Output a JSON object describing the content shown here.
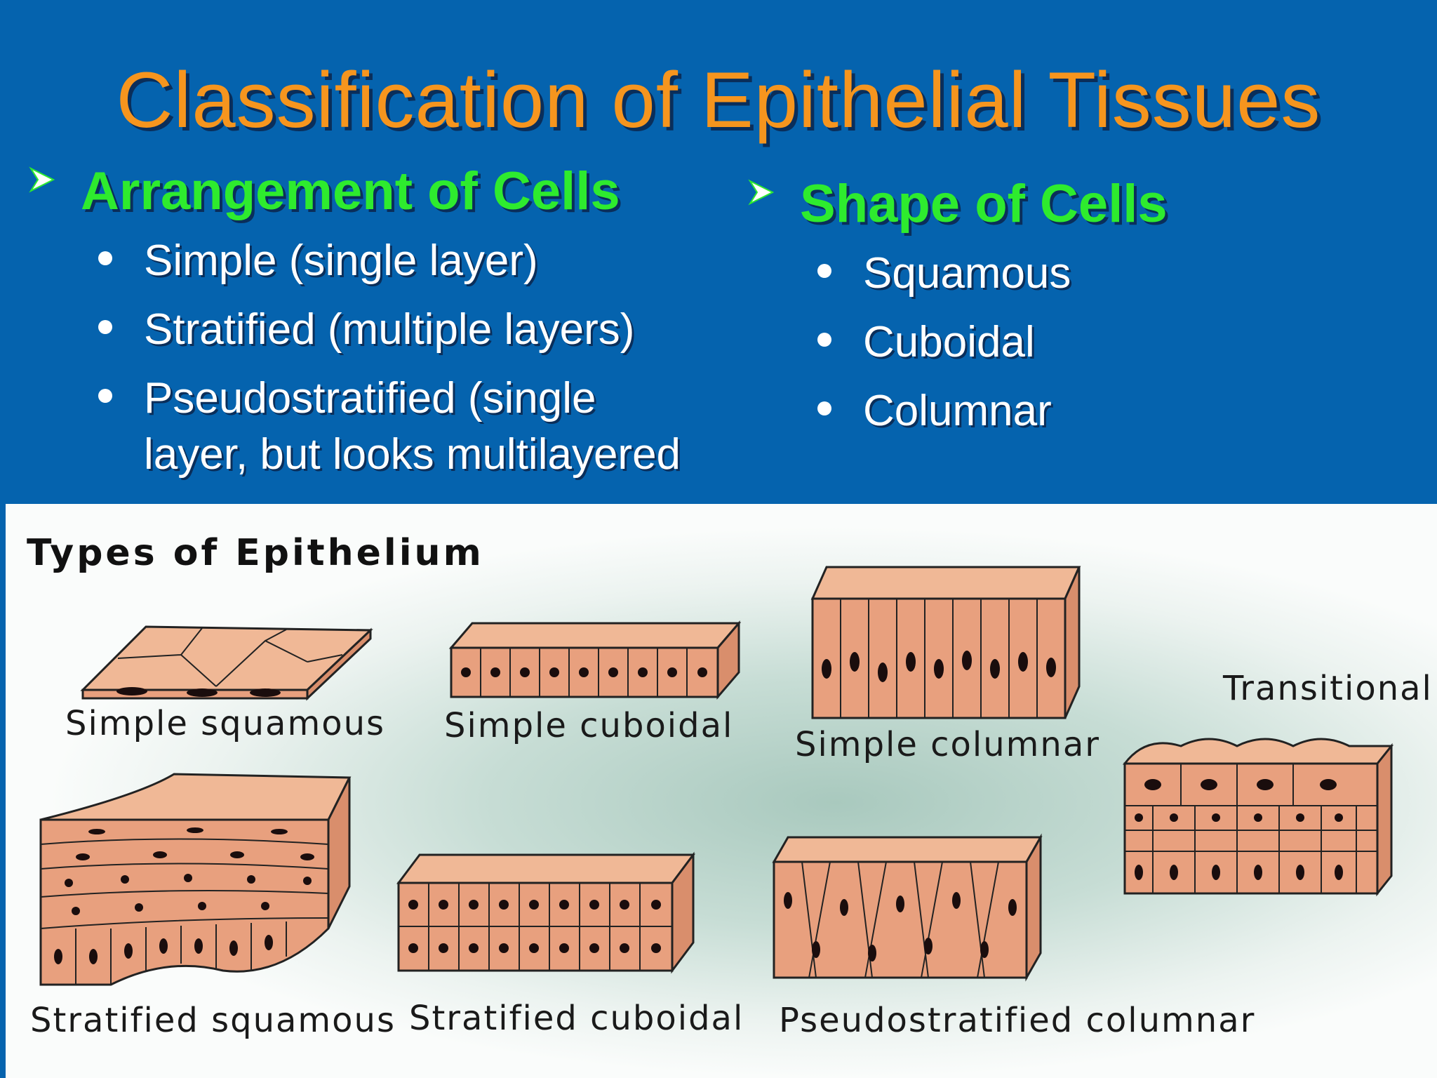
{
  "title": "Classification of Epithelial Tissues",
  "left": {
    "heading": "Arrangement of Cells",
    "items": [
      "Simple (single layer)",
      "Stratified (multiple layers)",
      "Pseudostratified (single",
      "layer, but looks multilayered"
    ]
  },
  "right": {
    "heading": "Shape of Cells",
    "items": [
      "Squamous",
      "Cuboidal",
      "Columnar"
    ]
  },
  "figure": {
    "title": "Types of Epithelium",
    "labels": {
      "simple_squamous": "Simple squamous",
      "simple_cuboidal": "Simple cuboidal",
      "simple_columnar": "Simple columnar",
      "transitional": "Transitional",
      "stratified_squamous": "Stratified squamous",
      "stratified_cuboidal": "Stratified cuboidal",
      "pseudostratified_columnar": "Pseudostratified columnar"
    }
  },
  "colors": {
    "background": "#0563AE",
    "title": "#F6951E",
    "heading": "#2EEB2E",
    "cell_fill": "#E8A07E",
    "cell_top": "#F0B896",
    "nucleus": "#1a0d0d"
  }
}
